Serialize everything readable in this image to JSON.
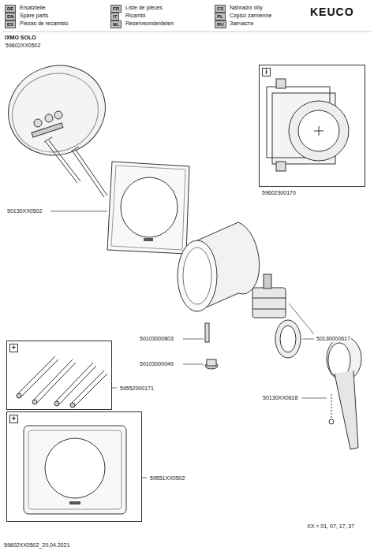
{
  "diagram": {
    "title": "IXMO SOLO",
    "nodes": [
      {
        "text": [
          "i",
          "59602300170"
        ]
      },
      {
        "text": [
          "+",
          "59552000171"
        ]
      },
      {
        "text": [
          "+",
          "59551XX0502"
        ]
      }
    ],
    "labels": [
      "DE",
      "Ersatzteile",
      "EN",
      "Spare parts",
      "ES",
      "Piezas de recambio",
      "FR",
      "Liste de pièces",
      "IT",
      "Ricambi",
      "NL",
      "Reserveonderdelen",
      "CS",
      "Náhradní díly",
      "PL",
      "Części zamienne",
      "RU",
      "Запчасти",
      "KEUCO",
      "59602XX0502",
      "50130XX0502",
      "50103000803",
      "50103000049",
      "50130000617",
      "50130XX0618",
      "XX = 01, 07, 17, 37",
      "59602XX0502_20.04.2021"
    ]
  }
}
